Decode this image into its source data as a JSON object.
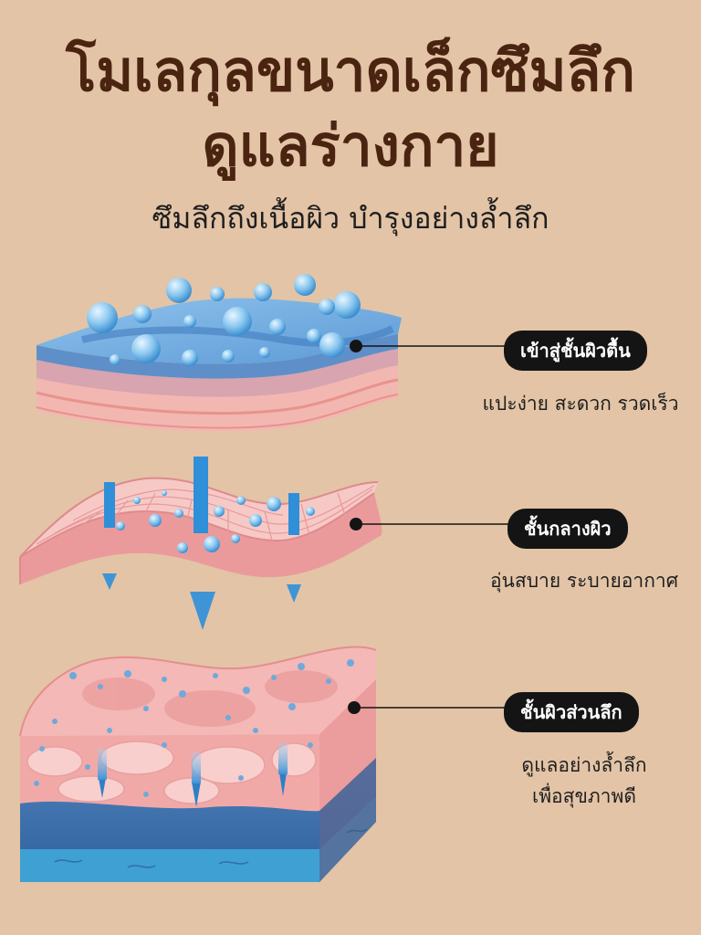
{
  "header": {
    "title_line1": "โมเลกุลขนาดเล็กซึมลึก",
    "title_line2": "ดูแลร่างกาย",
    "subtitle": "ซึมลึกถึงเนื้อผิว บำรุงอย่างล้ำลึก"
  },
  "layers": [
    {
      "label": "เข้าสู่ชั้นผิวตื้น",
      "description": "แปะง่าย สะดวก รวดเร็ว"
    },
    {
      "label": "ชั้นกลางผิว",
      "description": "อุ่นสบาย ระบายอากาศ"
    },
    {
      "label": "ชั้นผิวส่วนลึก",
      "description_line1": "ดูแลอย่างล้ำลึก",
      "description_line2": "เพื่อสุขภาพดี"
    }
  ],
  "colors": {
    "background": "#e3c4a6",
    "title": "#4a2410",
    "pill": "#141414",
    "gel_blue": "#7fb2e0",
    "skin_pink": "#f3aaa8",
    "deep_blue": "#3f73b0"
  }
}
